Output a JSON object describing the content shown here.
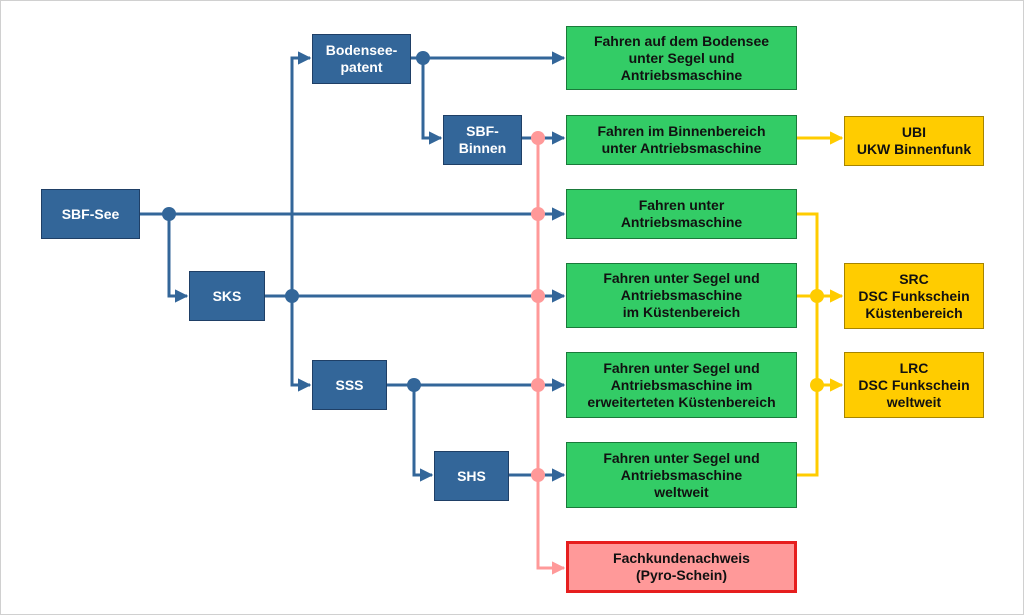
{
  "colors": {
    "blue": "#336699",
    "green": "#33cc66",
    "yellow": "#ffcc00",
    "pink": "#ff9999",
    "red_border": "#e61e1e"
  },
  "licenses": {
    "sbf_see": "SBF-See",
    "sks": "SKS",
    "sss": "SSS",
    "shs": "SHS",
    "bodensee": "Bodensee-\npatent",
    "sbf_binnen": "SBF-\nBinnen"
  },
  "permissions": {
    "bodensee": "Fahren auf dem Bodensee\nunter Segel und\nAntriebsmaschine",
    "binnen": "Fahren im Binnenbereich\nunter Antriebsmaschine",
    "antrieb": "Fahren unter\nAntriebsmaschine",
    "kuesten": "Fahren unter Segel und\nAntriebsmaschine\nim Küstenbereich",
    "erweitert": "Fahren unter Segel und\nAntriebsmaschine im\nerweiterteten Küstenbereich",
    "weltweit": "Fahren unter Segel und\nAntriebsmaschine\nweltweit"
  },
  "radio": {
    "ubi": "UBI\nUKW Binnenfunk",
    "src": "SRC\nDSC Funkschein\nKüstenbereich",
    "lrc": "LRC\nDSC Funkschein\nweltweit"
  },
  "pyro": "Fachkundenachweis\n(Pyro-Schein)"
}
